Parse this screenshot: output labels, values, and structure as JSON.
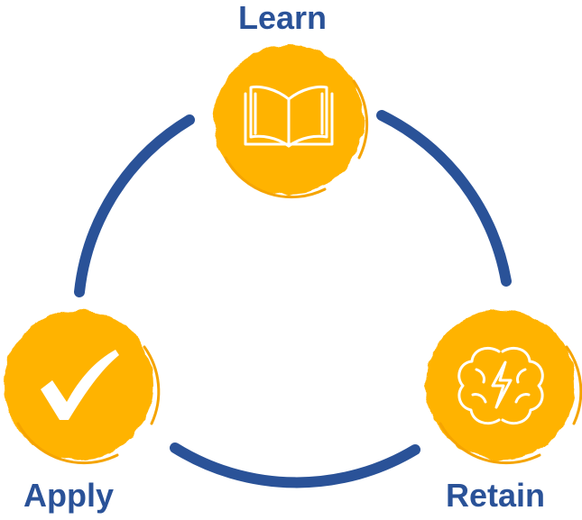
{
  "colors": {
    "arc": "#2a5298",
    "badge": "#ffb300",
    "badge_edge": "#f5a400",
    "icon": "#ffffff",
    "label": "#2a5298"
  },
  "nodes": [
    {
      "id": "learn",
      "label": "Learn",
      "icon": "open-book-icon"
    },
    {
      "id": "apply",
      "label": "Apply",
      "icon": "checkmark-icon"
    },
    {
      "id": "retain",
      "label": "Retain",
      "icon": "brain-lightning-icon"
    }
  ]
}
